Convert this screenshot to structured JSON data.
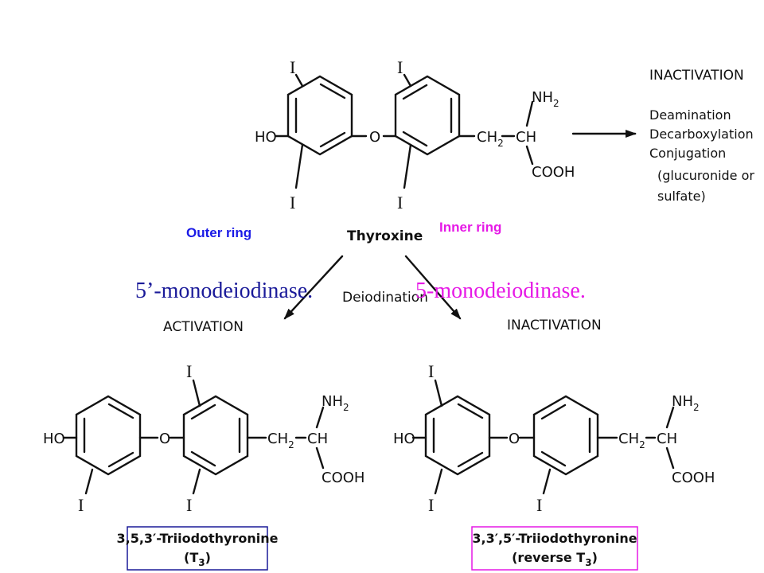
{
  "colors": {
    "ink": "#111111",
    "outer_ring_label": "#1a1ae6",
    "inner_ring_label": "#e619e6",
    "outer_enzyme": "#1a1a99",
    "inner_enzyme": "#e619e6",
    "t3_box_border": "#1a1a99",
    "rt3_box_border": "#e619e6"
  },
  "thyroxine": {
    "name": "Thyroxine",
    "ho": "HO",
    "ether_o": "O",
    "iodine": "I",
    "ch2": "CH",
    "ch2_sub": "2",
    "ch": "CH",
    "nh2": "NH",
    "nh2_sub": "2",
    "cooh": "COOH",
    "outer_ring_label": "Outer ring",
    "inner_ring_label": "Inner ring"
  },
  "inactivation_top": {
    "title": "INACTIVATION",
    "items": [
      "Deamination",
      "Decarboxylation",
      "Conjugation",
      "(glucuronide or",
      "sulfate)"
    ]
  },
  "deiodination": {
    "label": "Deiodination",
    "outer_enzyme": "5’-monodeiodinase.",
    "inner_enzyme": "5-monodeiodinase."
  },
  "left_branch": {
    "heading": "ACTIVATION",
    "box_line1": "3,5,3′-Triiodothyronine",
    "box_line2": "(T",
    "box_line2_sub": "3",
    "box_line2_end": ")"
  },
  "right_branch": {
    "heading": "INACTIVATION",
    "box_line1": "3,3′,5′-Triiodothyronine",
    "box_line2": "(reverse T",
    "box_line2_sub": "3",
    "box_line2_end": ")"
  }
}
